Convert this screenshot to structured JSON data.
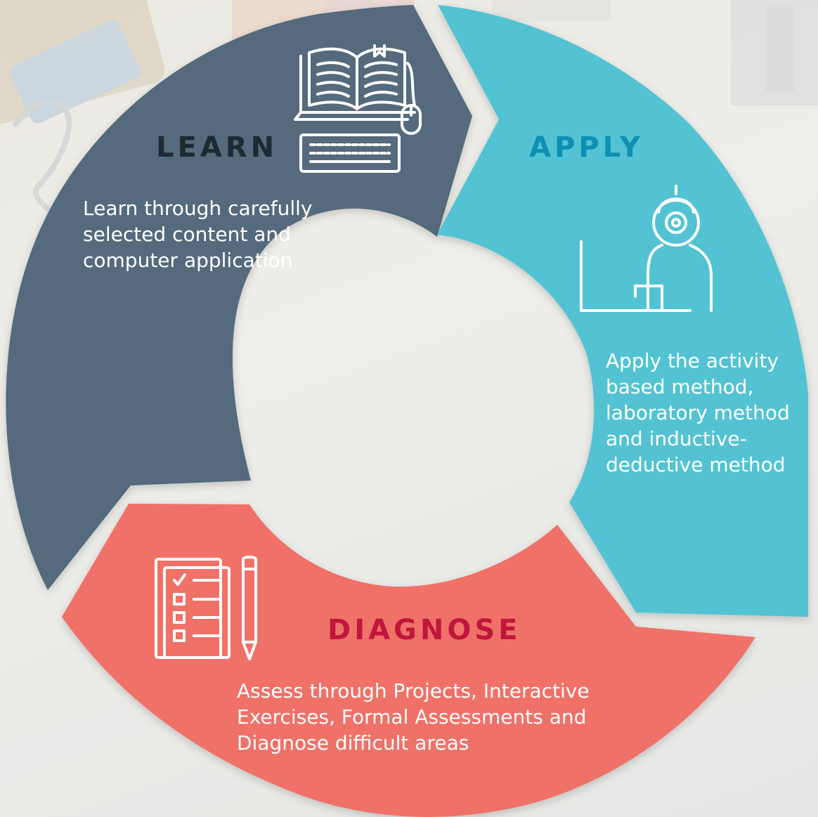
{
  "colors": {
    "learn": "#546b7b",
    "apply": "#52c3d3",
    "diagnose": "#f07168",
    "learn_heading": "#1c2a33",
    "apply_heading": "#0e8fb4",
    "diagnose_heading": "#c0163c",
    "icon_stroke": "#ffffff"
  },
  "steps": [
    {
      "heading": "LEARN",
      "icon": "book-keyboard-icon",
      "lines": [
        "Learn through carefully",
        "selected content and",
        "computer application"
      ]
    },
    {
      "heading": "APPLY",
      "icon": "person-headset-laptop-icon",
      "lines": [
        "Apply the activity",
        "based method,",
        "laboratory method",
        "and inductive-",
        "deductive method"
      ]
    },
    {
      "heading": "DIAGNOSE",
      "icon": "checklist-pencil-icon",
      "lines": [
        "Assess through Projects, Interactive",
        "Exercises, Formal Assessments and",
        "Diagnose difficult areas"
      ]
    }
  ]
}
